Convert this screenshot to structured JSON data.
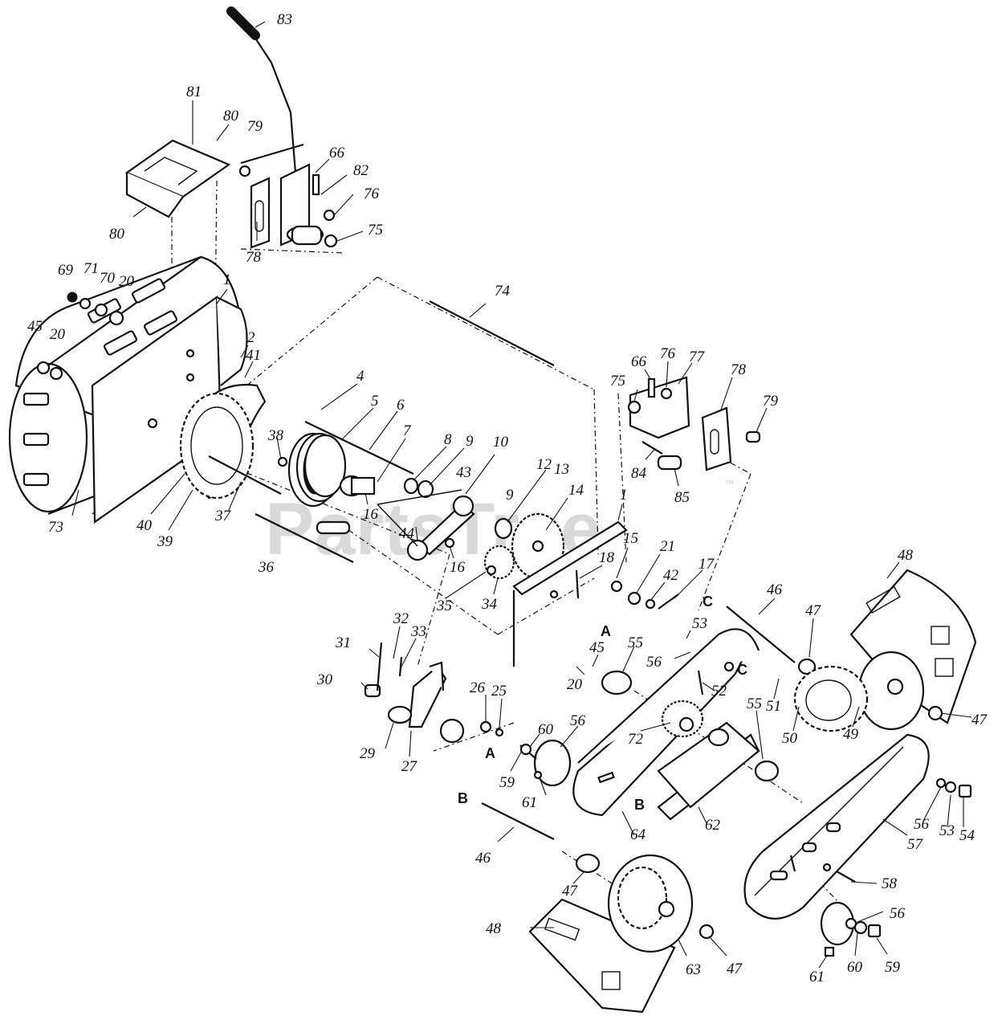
{
  "watermark": "PartsTree",
  "trademark": "™",
  "labels": {
    "l83": "83",
    "l81": "81",
    "l80a": "80",
    "l79a": "79",
    "l66a": "66",
    "l82": "82",
    "l76a": "76",
    "l75a": "75",
    "l80b": "80",
    "l78a": "78",
    "l69": "69",
    "l71": "71",
    "l70": "70",
    "l20a": "20",
    "l45a": "45",
    "l20b": "20",
    "l1a": "1",
    "l2": "2",
    "l41": "41",
    "l73": "73",
    "l4": "4",
    "l5": "5",
    "l6": "6",
    "l7": "7",
    "l38": "38",
    "l8": "8",
    "l9a": "9",
    "l10": "10",
    "l43": "43",
    "l12": "12",
    "l13": "13",
    "l14": "14",
    "l9b": "9",
    "l40": "40",
    "l39": "39",
    "l37": "37",
    "l16a": "16",
    "l44": "44",
    "l16b": "16",
    "l36": "36",
    "l35": "35",
    "l34": "34",
    "l74": "74",
    "l75b": "75",
    "l66b": "66",
    "l76b": "76",
    "l77": "77",
    "l78b": "78",
    "l79b": "79",
    "l84": "84",
    "l85": "85",
    "l1b": "1",
    "l15": "15",
    "l21": "21",
    "l42": "42",
    "l17": "17",
    "l18": "18",
    "l48a": "48",
    "l46a": "46",
    "l47a": "47",
    "l53a": "53",
    "l56a": "56",
    "l45b": "45",
    "l55a": "55",
    "l20c": "20",
    "l52": "52",
    "l51": "51",
    "l50": "50",
    "l49": "49",
    "l47b": "47",
    "l72": "72",
    "l55b": "55",
    "l32": "32",
    "l33": "33",
    "l31": "31",
    "l30": "30",
    "l29": "29",
    "l27": "27",
    "l26": "26",
    "l25": "25",
    "l59a": "59",
    "l60a": "60",
    "l56b": "56",
    "l61a": "61",
    "l64": "64",
    "l62": "62",
    "l56c": "56",
    "l53b": "53",
    "l54": "54",
    "l57": "57",
    "l46b": "46",
    "l47c": "47",
    "l48b": "48",
    "l63": "63",
    "l47d": "47",
    "l58": "58",
    "l56d": "56",
    "l61b": "61",
    "l60b": "60",
    "l59b": "59"
  },
  "refs": {
    "A1": "A",
    "A2": "A",
    "B1": "B",
    "B2": "B",
    "C1": "C",
    "C2": "C"
  }
}
